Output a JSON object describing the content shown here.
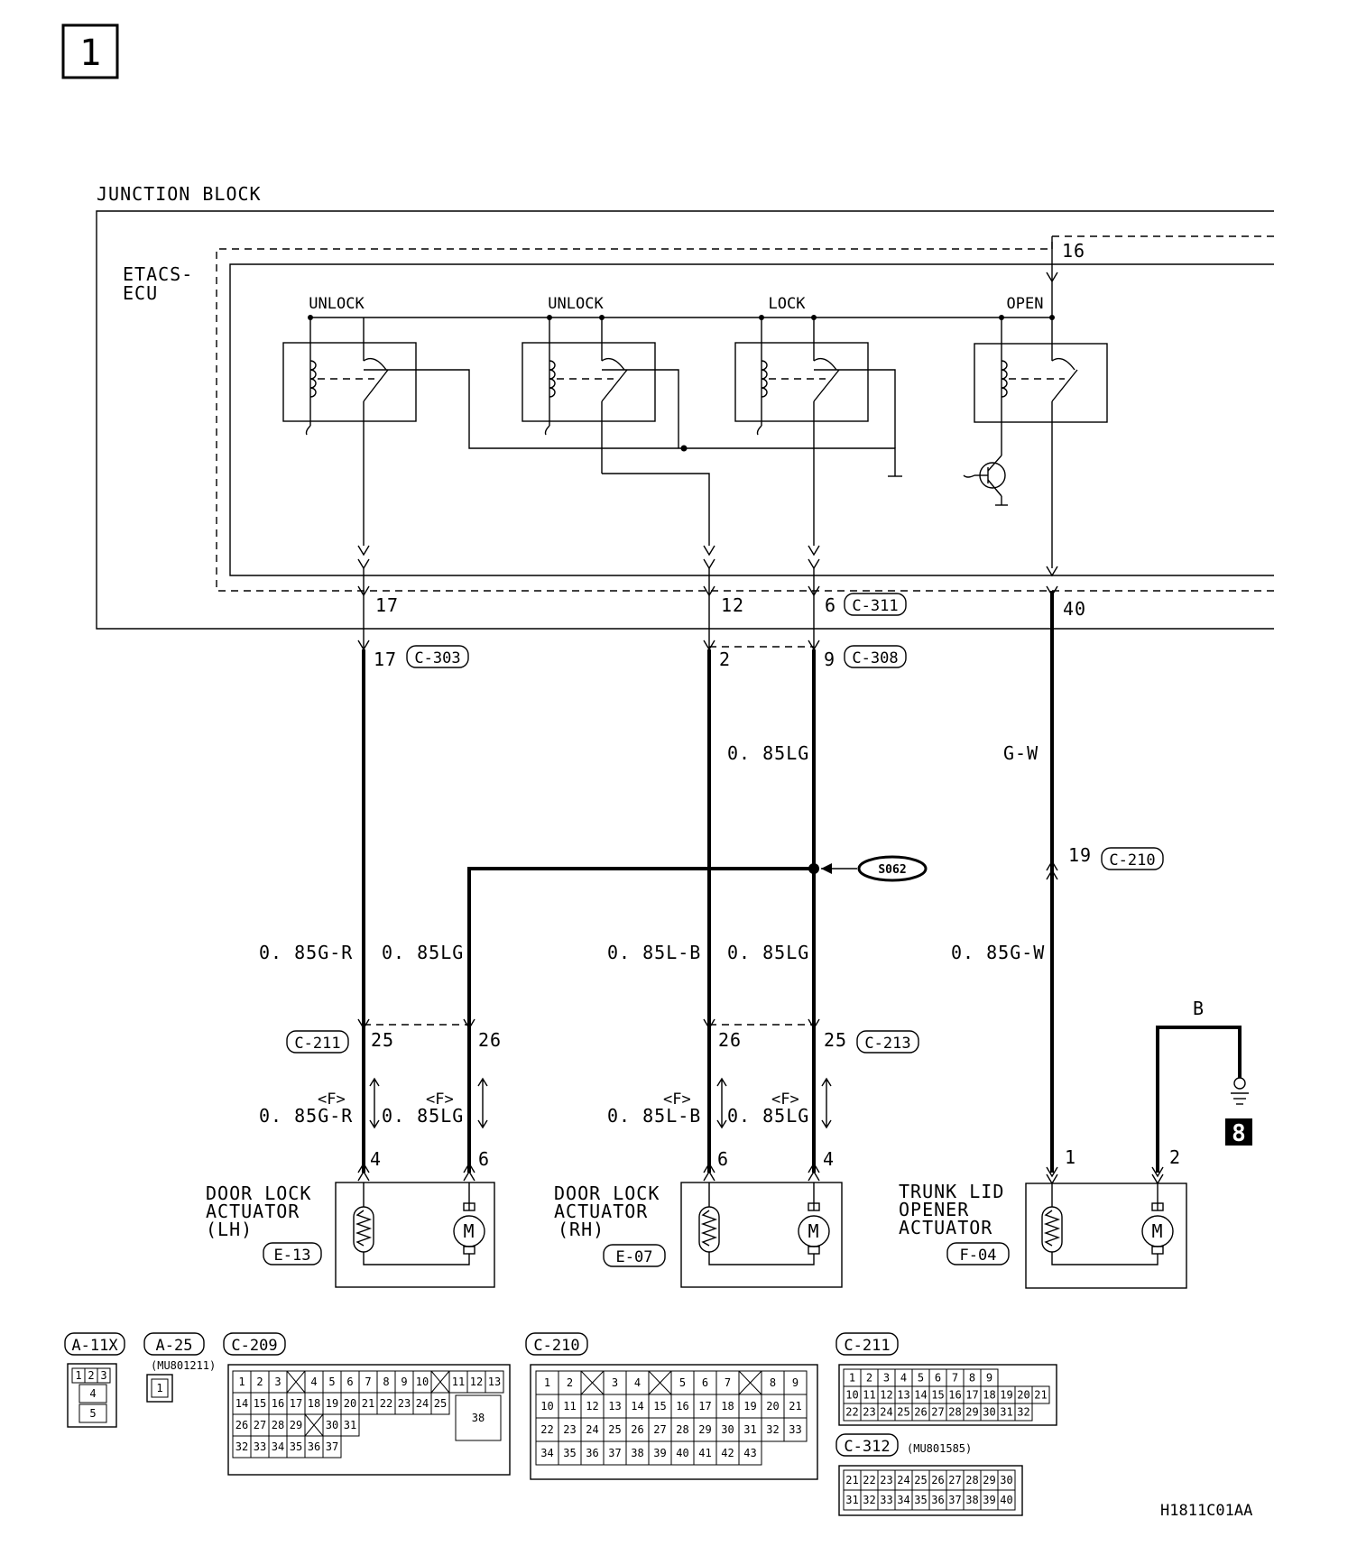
{
  "page": {
    "number": "1",
    "drawing_code": "H1811C01AA"
  },
  "junction_block": {
    "title": "JUNCTION BLOCK",
    "ecu_label": [
      "ETACS-",
      "ECU"
    ],
    "relays": [
      "UNLOCK",
      "UNLOCK",
      "LOCK",
      "OPEN"
    ],
    "top_pin": "16",
    "connector_c311": {
      "name": "C-311",
      "pins": [
        "17",
        "12",
        "6",
        "40"
      ]
    }
  },
  "harness": {
    "c303": {
      "name": "C-303",
      "pin": "17"
    },
    "c308": {
      "name": "C-308",
      "pins": [
        "2",
        "9"
      ]
    },
    "c210": {
      "name": "C-210",
      "pin": "19"
    },
    "splice": "S062",
    "wire_upper_lg": "0. 85LG",
    "wire_upper_gw": "G-W",
    "wires_mid": [
      "0. 85G-R",
      "0. 85LG",
      "0. 85L-B",
      "0. 85LG",
      "0. 85G-W"
    ],
    "c211": {
      "name": "C-211",
      "pins": [
        "25",
        "26"
      ]
    },
    "c213": {
      "name": "C-213",
      "pins": [
        "26",
        "25"
      ]
    },
    "wires_low": [
      "0. 85G-R",
      "0. 85LG",
      "0. 85L-B",
      "0. 85LG"
    ],
    "f_marker": "<F>",
    "ground_wire": "B",
    "ground_ref": "8"
  },
  "actuators": [
    {
      "name": [
        "DOOR LOCK",
        "ACTUATOR",
        "(LH)"
      ],
      "conn": "E-13",
      "pins": [
        "4",
        "6"
      ]
    },
    {
      "name": [
        "DOOR LOCK",
        "ACTUATOR",
        "(RH)"
      ],
      "conn": "E-07",
      "pins": [
        "6",
        "4"
      ]
    },
    {
      "name": [
        "TRUNK LID",
        "OPENER",
        "ACTUATOR"
      ],
      "conn": "F-04",
      "pins": [
        "1",
        "2"
      ]
    }
  ],
  "motor_symbol": "M",
  "connector_views": {
    "a11x": {
      "name": "A-11X",
      "pins": [
        "1",
        "2",
        "3",
        "4",
        "5"
      ]
    },
    "a25": {
      "name": "A-25",
      "part": "(MU801211)",
      "pins": [
        "1"
      ]
    },
    "c209": {
      "name": "C-209",
      "rows": [
        [
          "1",
          "2",
          "3",
          "",
          "4",
          "5",
          "6",
          "7",
          "8",
          "9",
          "10",
          "",
          "11",
          "12",
          "13"
        ],
        [
          "14",
          "15",
          "16",
          "17",
          "18",
          "19",
          "20",
          "21",
          "22",
          "23",
          "24",
          "25"
        ],
        [
          "26",
          "27",
          "28",
          "29",
          "",
          "30",
          "31"
        ],
        [
          "32",
          "33",
          "34",
          "35",
          "36",
          "37"
        ]
      ],
      "big_pin": "38"
    },
    "c210": {
      "name": "C-210",
      "rows": [
        [
          "1",
          "2",
          "",
          "3",
          "4",
          "",
          "5",
          "6",
          "7",
          "",
          "8",
          "9"
        ],
        [
          "10",
          "11",
          "12",
          "13",
          "14",
          "15",
          "16",
          "17",
          "18",
          "19",
          "20",
          "21"
        ],
        [
          "22",
          "23",
          "24",
          "25",
          "26",
          "27",
          "28",
          "29",
          "30",
          "31",
          "32",
          "33"
        ],
        [
          "34",
          "35",
          "36",
          "37",
          "38",
          "39",
          "40",
          "41",
          "42",
          "43"
        ]
      ]
    },
    "c211": {
      "name": "C-211",
      "rows": [
        [
          "1",
          "2",
          "3",
          "4",
          "5",
          "6",
          "7",
          "8",
          "9"
        ],
        [
          "10",
          "11",
          "12",
          "13",
          "14",
          "15",
          "16",
          "17",
          "18",
          "19",
          "20",
          "21"
        ],
        [
          "22",
          "23",
          "24",
          "25",
          "26",
          "27",
          "28",
          "29",
          "30",
          "31",
          "32"
        ]
      ]
    },
    "c312": {
      "name": "C-312",
      "part": "(MU801585)",
      "rows": [
        [
          "21",
          "22",
          "23",
          "24",
          "25",
          "26",
          "27",
          "28",
          "29",
          "30"
        ],
        [
          "31",
          "32",
          "33",
          "34",
          "35",
          "36",
          "37",
          "38",
          "39",
          "40"
        ]
      ]
    }
  }
}
